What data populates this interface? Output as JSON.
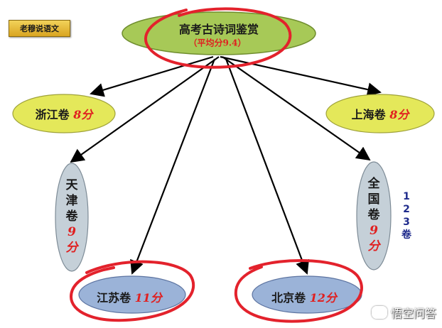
{
  "badge": {
    "label": "老穆说语文"
  },
  "center": {
    "title": "高考古诗词鉴赏",
    "subtitle": "（平均分9.4）"
  },
  "regions": {
    "zhejiang": {
      "name": "浙江卷",
      "score": "8分"
    },
    "shanghai": {
      "name": "上海卷",
      "score": "8分"
    },
    "tianjin": {
      "chars": [
        "天",
        "津",
        "卷"
      ],
      "score_chars": [
        "9",
        "分"
      ]
    },
    "quanguo": {
      "chars": [
        "全",
        "国",
        "卷"
      ],
      "score_chars": [
        "9",
        "分"
      ],
      "papers": [
        "1",
        "2",
        "3",
        "卷"
      ]
    },
    "jiangsu": {
      "name": "江苏卷",
      "score": "11分"
    },
    "beijing": {
      "name": "北京卷",
      "score": "12分"
    }
  },
  "watermark": {
    "text": "悟空问答"
  },
  "colors": {
    "center_fill": "#a7c957",
    "yellow_fill": "#e4e85a",
    "blue_fill": "#9bb3d8",
    "grey_fill": "#c5d0d8",
    "highlight_ring": "#e3222c",
    "score_text": "#e02020",
    "paper_text": "#1f2b8c",
    "badge_fill": "#e6bb3a"
  }
}
